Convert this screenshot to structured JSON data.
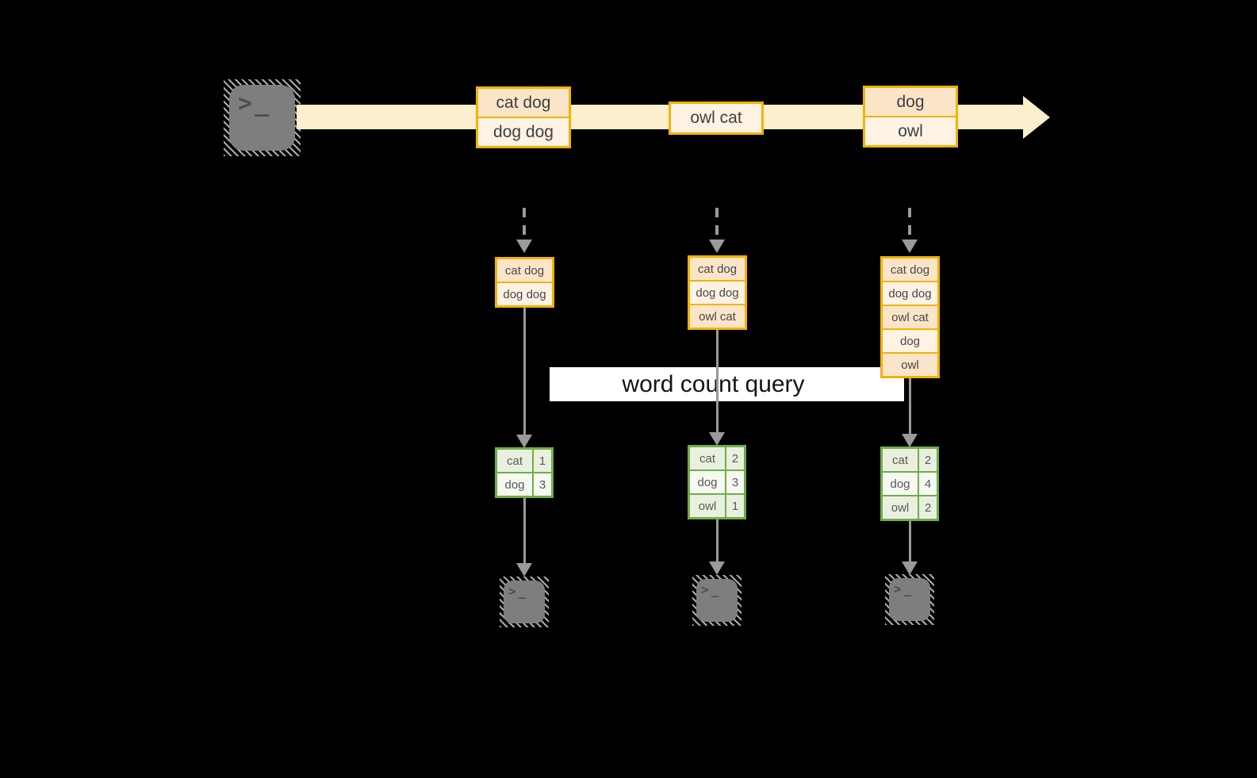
{
  "query": {
    "label": "word count query"
  },
  "stream": {
    "batches": [
      {
        "events": [
          "cat dog",
          "dog dog"
        ]
      },
      {
        "events": [
          "owl cat"
        ]
      },
      {
        "events": [
          "dog",
          "owl"
        ]
      }
    ]
  },
  "columns": [
    {
      "accumulated_events": [
        "cat dog",
        "dog dog"
      ],
      "word_counts": [
        {
          "word": "cat",
          "count": "1"
        },
        {
          "word": "dog",
          "count": "3"
        }
      ]
    },
    {
      "accumulated_events": [
        "cat dog",
        "dog dog",
        "owl cat"
      ],
      "word_counts": [
        {
          "word": "cat",
          "count": "2"
        },
        {
          "word": "dog",
          "count": "3"
        },
        {
          "word": "owl",
          "count": "1"
        }
      ]
    },
    {
      "accumulated_events": [
        "cat dog",
        "dog dog",
        "owl cat",
        "dog",
        "owl"
      ],
      "word_counts": [
        {
          "word": "cat",
          "count": "2"
        },
        {
          "word": "dog",
          "count": "4"
        },
        {
          "word": "owl",
          "count": "2"
        }
      ]
    }
  ],
  "terminal": {
    "prompt_chevron": ">",
    "prompt_underscore": "_"
  },
  "colors": {
    "background": "#000000",
    "stream_arrow": "#FCEFCD",
    "event_border": "#F2B300",
    "event_fill_dark": "#FBE5C9",
    "event_fill_light": "#FDF2E4",
    "table_border": "#70AD47",
    "table_row_dark": "#E9F0E0",
    "table_row_light": "#F5F9F1",
    "connector_gray": "#9A9A9A",
    "terminal_gray": "#7E7E7E",
    "query_background": "#FFFFFF"
  },
  "icons": {
    "source": "terminal-icon",
    "sinks": [
      "terminal-icon",
      "terminal-icon",
      "terminal-icon"
    ]
  }
}
